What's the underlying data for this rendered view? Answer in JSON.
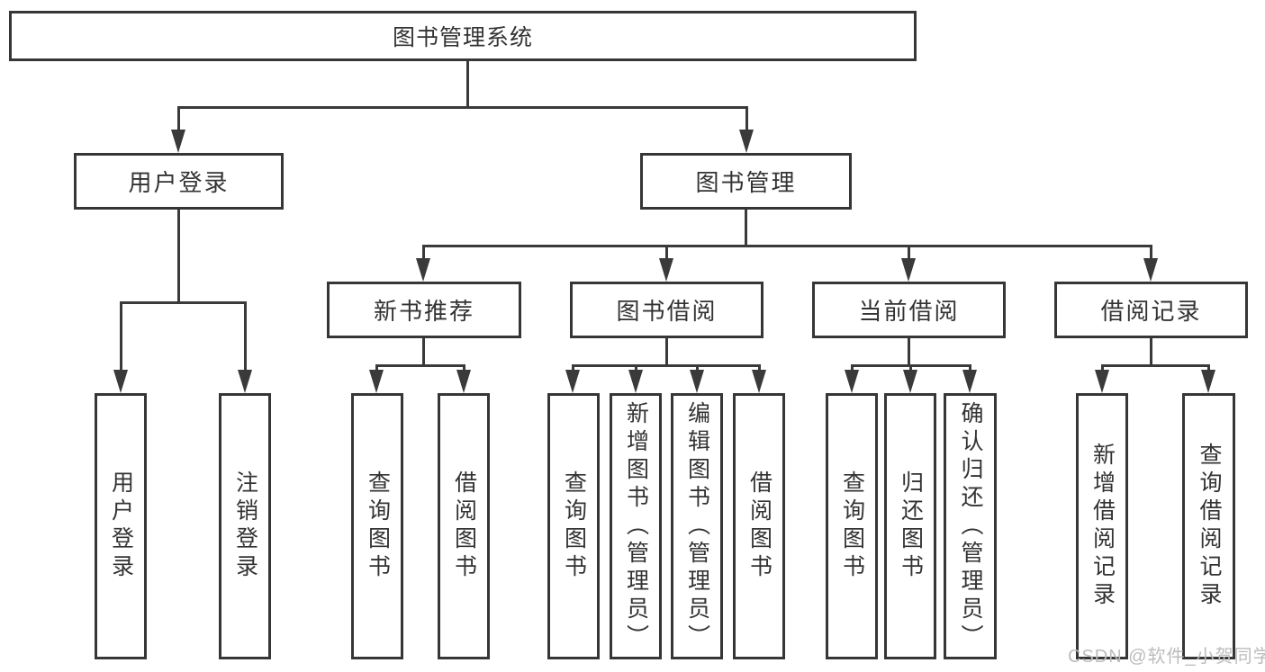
{
  "tree": {
    "root": {
      "label": "图书管理系统"
    },
    "branches": [
      {
        "label": "用户登录",
        "children": [
          {
            "label": "用户登录"
          },
          {
            "label": "注销登录"
          }
        ]
      },
      {
        "label": "图书管理",
        "children": [
          {
            "label": "新书推荐",
            "children": [
              {
                "label": "查询图书"
              },
              {
                "label": "借阅图书"
              }
            ]
          },
          {
            "label": "图书借阅",
            "children": [
              {
                "label": "查询图书"
              },
              {
                "label": "新增图书（管理员）"
              },
              {
                "label": "编辑图书（管理员）"
              },
              {
                "label": "借阅图书"
              }
            ]
          },
          {
            "label": "当前借阅",
            "children": [
              {
                "label": "查询图书"
              },
              {
                "label": "归还图书"
              },
              {
                "label": "确认归还（管理员）"
              }
            ]
          },
          {
            "label": "借阅记录",
            "children": [
              {
                "label": "新增借阅记录"
              },
              {
                "label": "查询借阅记录"
              }
            ]
          }
        ]
      }
    ]
  },
  "watermark": {
    "text": "CSDN @软件_小贺同学"
  },
  "colors": {
    "line": "#3a3a3a",
    "box_border": "#363636",
    "box_fill": "#ffffff",
    "text": "#333333",
    "watermark": "#bcbcbc",
    "background": "#ffffff"
  }
}
